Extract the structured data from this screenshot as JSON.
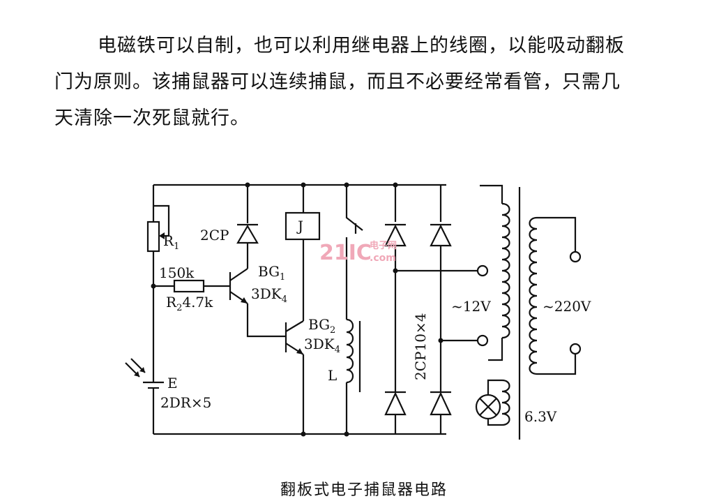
{
  "text": {
    "line1": "电磁铁可以自制，也可以利用继电器上的线圈，以能吸动翻板",
    "line2": "门为原则。该捕鼠器可以连续捕鼠，而且不必要经常看管，只需几",
    "line3": "天清除一次死鼠就行。"
  },
  "diagram": {
    "caption": "翻板式电子捕鼠器电路",
    "labels": {
      "r1": "R",
      "r1_sub": "1",
      "r1_value": "150k",
      "r2": "R",
      "r2_sub": "2",
      "r2_value": "4.7k",
      "d_2cp": "2CP",
      "relay": "J",
      "bg1": "BG",
      "bg1_sub": "1",
      "bg1_type": "3DK",
      "bg1_type_sub": "4",
      "bg2": "BG",
      "bg2_sub": "2",
      "bg2_type": "3DK",
      "bg2_type_sub": "4",
      "coil_l": "L",
      "cell_e": "E",
      "cell_value": "2DR×5",
      "bridge": "2CP10×4",
      "v12": "~12V",
      "v220": "~220V",
      "v63": "6.3V"
    },
    "watermark": {
      "brand": "21IC",
      "site_top": "电子网",
      "site_bottom": ".com"
    }
  }
}
